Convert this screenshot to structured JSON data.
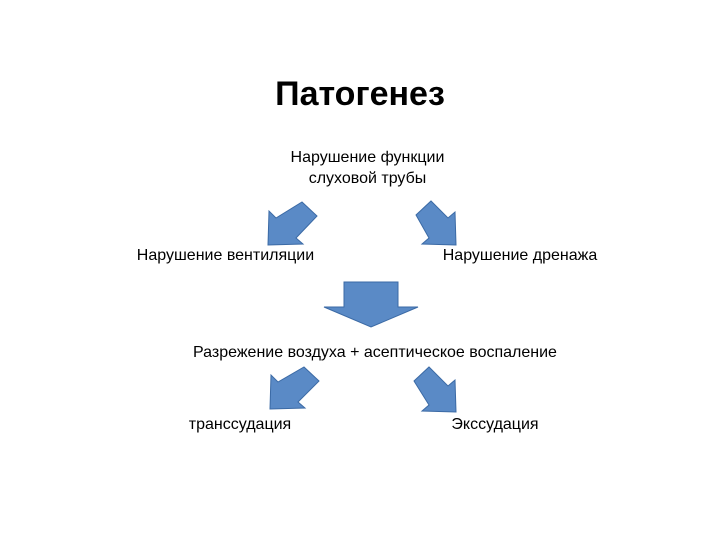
{
  "colors": {
    "arrow_fill": "#5a8ac6",
    "arrow_stroke": "#3b6aa5",
    "text": "#000000",
    "background": "#ffffff"
  },
  "title": "Патогенез",
  "nodes": {
    "root": {
      "line1": "Нарушение функции",
      "line2": "слуховой трубы"
    },
    "ventilation": "Нарушение вентиляции",
    "drainage": "Нарушение дренажа",
    "rarefaction": "Разрежение воздуха + асептическое воспаление",
    "transudation": "транссудация",
    "exudation": "Экссудация"
  }
}
